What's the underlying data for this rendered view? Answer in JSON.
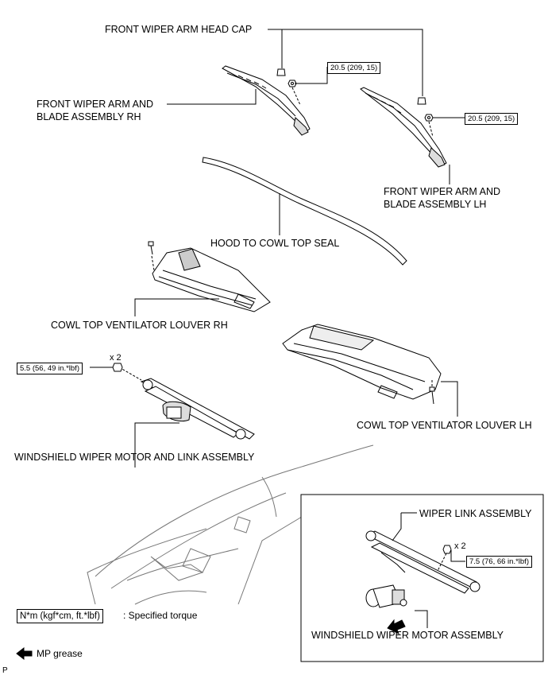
{
  "labels": {
    "head_cap": "FRONT WIPER ARM HEAD CAP",
    "arm_rh_1": "FRONT WIPER ARM AND",
    "arm_rh_2": "BLADE ASSEMBLY RH",
    "arm_lh_1": "FRONT WIPER ARM AND",
    "arm_lh_2": "BLADE ASSEMBLY LH",
    "hood_seal": "HOOD TO COWL TOP SEAL",
    "louver_rh": "COWL TOP VENTILATOR LOUVER RH",
    "louver_lh": "COWL TOP VENTILATOR LOUVER LH",
    "motor_link": "WINDSHIELD WIPER MOTOR AND LINK ASSEMBLY",
    "link_assy": "WIPER LINK ASSEMBLY",
    "motor_assy": "WINDSHIELD WIPER MOTOR ASSEMBLY"
  },
  "torques": {
    "arm_rh": "20.5 (209, 15)",
    "arm_lh": "20.5 (209, 15)",
    "motor_link": "5.5 (56, 49 in.*lbf)",
    "motor": "7.5 (76, 66 in.*lbf)"
  },
  "quantities": {
    "motor_link_bolts": "x 2",
    "motor_bolts": "x 2"
  },
  "legend": {
    "torque_box": "N*m (kgf*cm, ft.*lbf)",
    "torque_text": ": Specified torque",
    "grease_text": "MP grease"
  },
  "page_code": "P",
  "icons": {
    "grease": "arrow-left-icon",
    "fastener": "bolt-icon"
  }
}
